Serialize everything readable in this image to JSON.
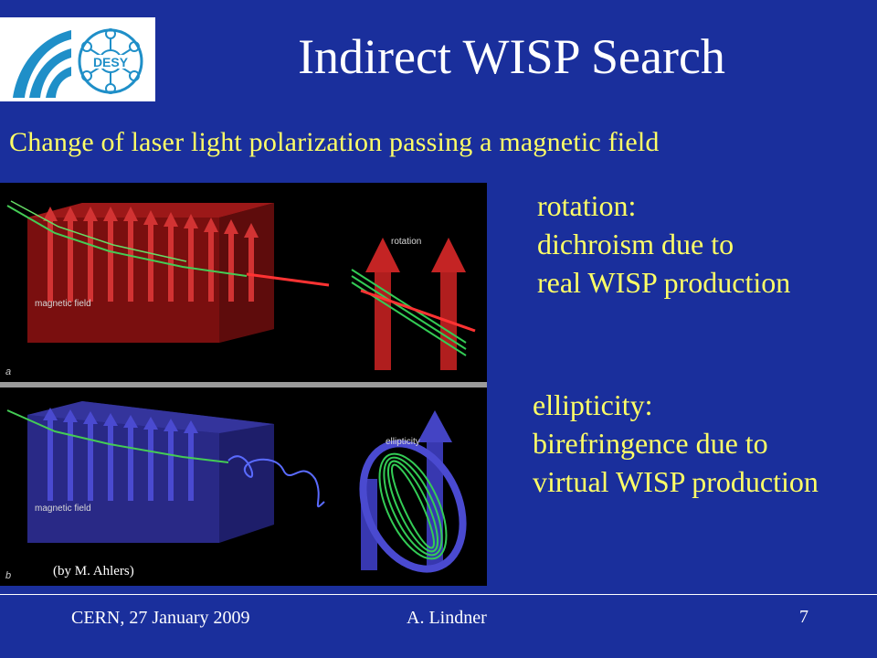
{
  "logo": {
    "text": "DESY"
  },
  "title": "Indirect WISP Search",
  "subtitle": "Change of laser light polarization passing a magnetic field",
  "figure": {
    "panel_a": {
      "field_label": "magnetic field",
      "effect_label": "rotation",
      "letter": "a"
    },
    "panel_b": {
      "field_label": "magnetic field",
      "effect_label": "ellipticity",
      "letter": "b"
    },
    "credit": "(by  M. Ahlers)"
  },
  "rotation_block": {
    "lines": [
      "rotation:",
      "dichroism  due to",
      "real WISP  production"
    ]
  },
  "ellipticity_block": {
    "lines": [
      "ellipticity:",
      "birefringence  due to",
      "virtual  WISP  production"
    ]
  },
  "footer": {
    "left": "CERN, 27 January 2009",
    "middle": "A. Lindner",
    "page_number": "7"
  },
  "colors": {
    "background": "#1a2f9c",
    "highlight_text": "#ffff66",
    "title_text": "#ffffff"
  }
}
